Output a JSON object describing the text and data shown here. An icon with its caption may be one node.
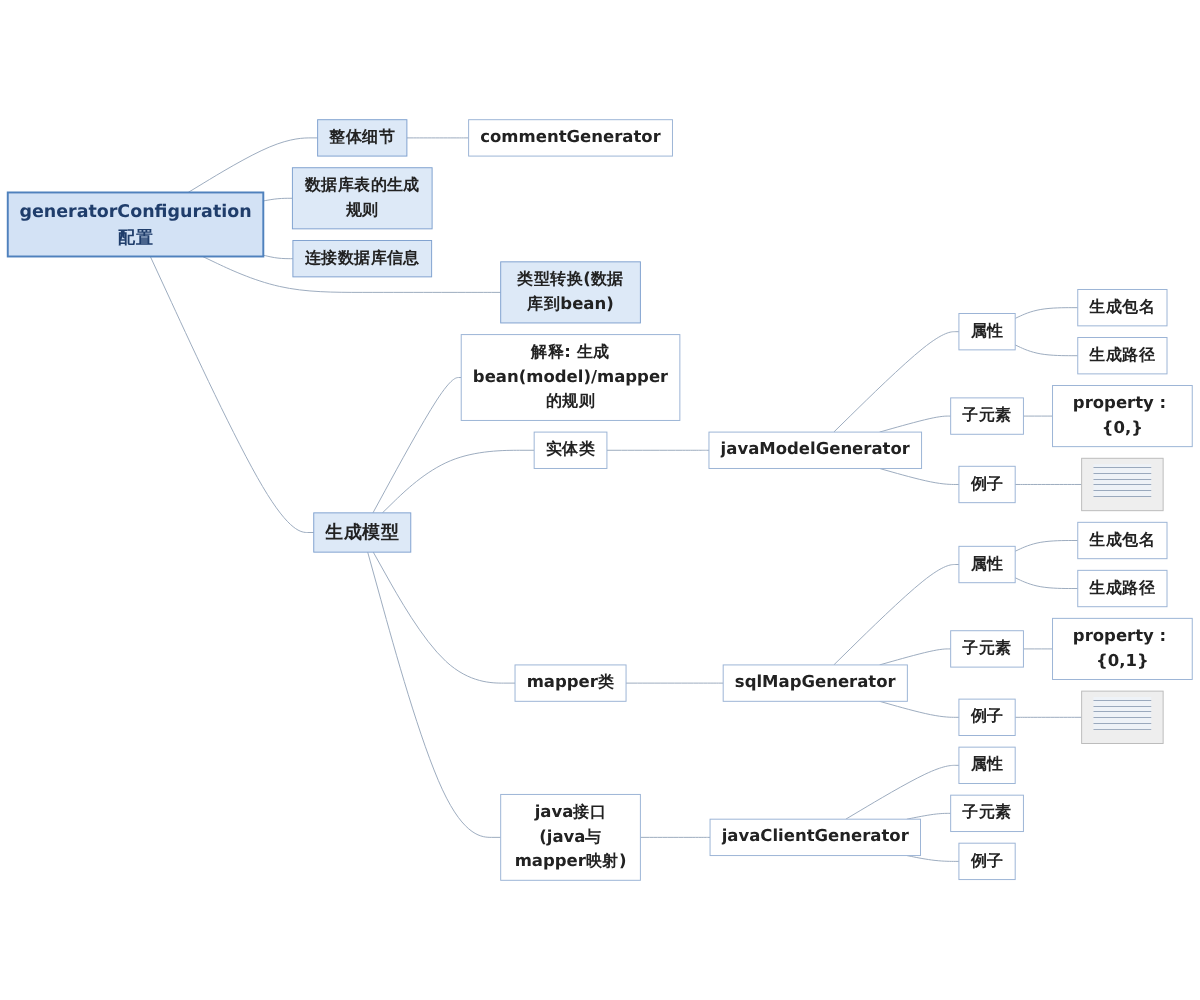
{
  "diagram": {
    "nodes": [
      {
        "text": [
          "generatorConfiguration配置"
        ]
      },
      {
        "text": [
          "整体细节"
        ]
      },
      {
        "text": [
          "commentGenerator"
        ]
      },
      {
        "text": [
          "数据库表的生成规则"
        ]
      },
      {
        "text": [
          "连接数据库信息"
        ]
      },
      {
        "text": [
          "类型转换(数据库到bean)"
        ]
      },
      {
        "text": [
          "生成模型"
        ]
      },
      {
        "text": [
          "解释: 生成bean(model)/mapper的规则"
        ]
      },
      {
        "text": [
          "实体类"
        ]
      },
      {
        "text": [
          "javaModelGenerator"
        ]
      },
      {
        "text": [
          "属性"
        ]
      },
      {
        "text": [
          "生成包名"
        ]
      },
      {
        "text": [
          "生成路径"
        ]
      },
      {
        "text": [
          "子元素"
        ]
      },
      {
        "text": [
          "property : {0,}"
        ]
      },
      {
        "text": [
          "例子"
        ]
      },
      {
        "text": [],
        "shape": "picture"
      },
      {
        "text": [
          "mapper类"
        ]
      },
      {
        "text": [
          "sqlMapGenerator"
        ]
      },
      {
        "text": [
          "属性"
        ]
      },
      {
        "text": [
          "生成包名"
        ]
      },
      {
        "text": [
          "生成路径"
        ]
      },
      {
        "text": [
          "子元素"
        ]
      },
      {
        "text": [
          "property : {0,1}"
        ]
      },
      {
        "text": [
          "例子"
        ]
      },
      {
        "text": [],
        "shape": "picture"
      },
      {
        "text": [
          "java接口(java与mapper映射)"
        ]
      },
      {
        "text": [
          "javaClientGenerator"
        ]
      },
      {
        "text": [
          "属性"
        ]
      },
      {
        "text": [
          "子元素"
        ]
      },
      {
        "text": [
          "例子"
        ]
      }
    ],
    "edges": [
      {
        "from": 0,
        "to": 1,
        "arrow": "none"
      },
      {
        "from": 1,
        "to": 2,
        "arrow": "none"
      },
      {
        "from": 0,
        "to": 3,
        "arrow": "none"
      },
      {
        "from": 0,
        "to": 4,
        "arrow": "none"
      },
      {
        "from": 0,
        "to": 5,
        "arrow": "none"
      },
      {
        "from": 0,
        "to": 6,
        "arrow": "none"
      },
      {
        "from": 6,
        "to": 7,
        "arrow": "none"
      },
      {
        "from": 6,
        "to": 8,
        "arrow": "none"
      },
      {
        "from": 8,
        "to": 9,
        "arrow": "none"
      },
      {
        "from": 9,
        "to": 10,
        "arrow": "none"
      },
      {
        "from": 10,
        "to": 11,
        "arrow": "none"
      },
      {
        "from": 10,
        "to": 12,
        "arrow": "none"
      },
      {
        "from": 9,
        "to": 13,
        "arrow": "none"
      },
      {
        "from": 13,
        "to": 14,
        "arrow": "none"
      },
      {
        "from": 9,
        "to": 15,
        "arrow": "none"
      },
      {
        "from": 15,
        "to": 16,
        "arrow": "none"
      },
      {
        "from": 6,
        "to": 17,
        "arrow": "none"
      },
      {
        "from": 17,
        "to": 18,
        "arrow": "none"
      },
      {
        "from": 18,
        "to": 19,
        "arrow": "none"
      },
      {
        "from": 19,
        "to": 20,
        "arrow": "none"
      },
      {
        "from": 19,
        "to": 21,
        "arrow": "none"
      },
      {
        "from": 18,
        "to": 22,
        "arrow": "none"
      },
      {
        "from": 22,
        "to": 23,
        "arrow": "none"
      },
      {
        "from": 18,
        "to": 24,
        "arrow": "none"
      },
      {
        "from": 24,
        "to": 25,
        "arrow": "none"
      },
      {
        "from": 6,
        "to": 26,
        "arrow": "none"
      },
      {
        "from": 26,
        "to": 27,
        "arrow": "none"
      },
      {
        "from": 27,
        "to": 28,
        "arrow": "none"
      },
      {
        "from": 27,
        "to": 29,
        "arrow": "none"
      },
      {
        "from": 27,
        "to": 30,
        "arrow": "none"
      }
    ]
  }
}
